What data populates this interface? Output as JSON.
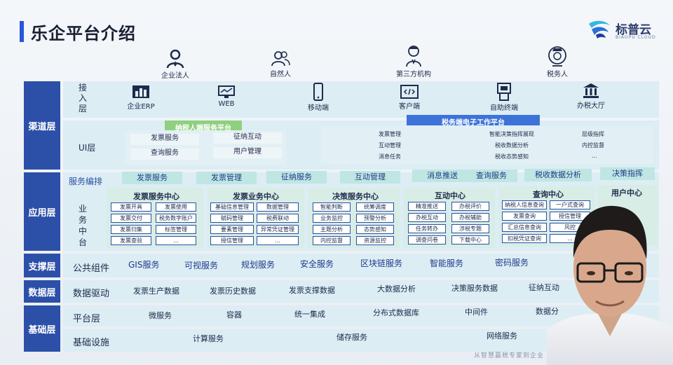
{
  "title": "乐企平台介绍",
  "logo": {
    "name": "标普云",
    "sub": "BIAOPU CLOUD"
  },
  "actors": [
    {
      "label": "企业法人",
      "icon": "person-icon"
    },
    {
      "label": "自然人",
      "icon": "people-icon"
    },
    {
      "label": "第三方机构",
      "icon": "agent-icon"
    },
    {
      "label": "税务人",
      "icon": "tax-officer-icon"
    }
  ],
  "layers": {
    "channel": "渠道层",
    "application": "应用层",
    "support": "支撑层",
    "data": "数据层",
    "base": "基础层"
  },
  "access": {
    "label": "接入层",
    "items": [
      {
        "label": "企业ERP",
        "icon": "erp-icon"
      },
      {
        "label": "WEB",
        "icon": "web-icon"
      },
      {
        "label": "移动端",
        "icon": "mobile-icon"
      },
      {
        "label": "客户端",
        "icon": "client-icon"
      },
      {
        "label": "自助终端",
        "icon": "kiosk-icon"
      },
      {
        "label": "办税大厅",
        "icon": "hall-icon"
      }
    ]
  },
  "ui_layer": {
    "label": "UI层",
    "taxpayer_title": "纳税人端服务平台",
    "taxpayer_cells": [
      "发票服务",
      "征纳互动",
      "查询服务",
      "用户管理"
    ],
    "tax_title": "税务端电子工作平台",
    "tax_col1": [
      "发票管理",
      "互动管理",
      "消息任务"
    ],
    "tax_col2": [
      "智能决策指挥展现",
      "税收数据分析",
      "税收态势感知"
    ],
    "tax_col3": [
      "层级指挥",
      "内控监督",
      "..."
    ]
  },
  "service_orchestration": {
    "label": "服务编排",
    "items": [
      "发票服务",
      "发票管理",
      "征纳服务",
      "互动管理",
      "消息推送",
      "查询服务",
      "税收数据分析",
      "决策指挥"
    ]
  },
  "business_center": {
    "label": "业务中台",
    "centers": [
      {
        "title": "发票服务中心",
        "items": [
          "发票开具",
          "发票使用",
          "发票交付",
          "税务数字账户",
          "发票归集",
          "标签管理",
          "发票查验",
          "..."
        ]
      },
      {
        "title": "发票业务中心",
        "items": [
          "基础信息管理",
          "数据管理",
          "赋码管理",
          "税费联动",
          "要素管理",
          "异常凭证管理",
          "授信管理",
          "..."
        ]
      },
      {
        "title": "决策服务中心",
        "items": [
          "智能判断",
          "统筹调度",
          "业务监控",
          "预警分析",
          "主题分析",
          "态势感知",
          "内控监督",
          "资源监控"
        ]
      },
      {
        "title": "互动中心",
        "items": [
          "精准推送",
          "办税评价",
          "办税互动",
          "办税辅助",
          "任务转办",
          "涉税专题",
          "调查问卷",
          "下载中心"
        ]
      },
      {
        "title": "查询中心",
        "items": [
          "纳税人信息查询",
          "一户式查询",
          "发票查询",
          "授信管理",
          "汇总信息查询",
          "风控",
          "扣税凭证查询",
          "..."
        ]
      },
      {
        "title": "用户中心",
        "items": []
      }
    ]
  },
  "support": {
    "label": "公共组件",
    "items": [
      "GIS服务",
      "可视服务",
      "规划服务",
      "安全服务",
      "区块链服务",
      "智能服务",
      "密码服务"
    ]
  },
  "data_layer": {
    "label": "数据驱动",
    "items": [
      "发票生产数据",
      "发票历史数据",
      "发票支撑数据",
      "大数据分析",
      "决策服务数据",
      "征纳互动"
    ]
  },
  "platform": {
    "label": "平台层",
    "items": [
      "微服务",
      "容器",
      "统一集成",
      "分布式数据库",
      "中间件",
      "数据分"
    ]
  },
  "infra": {
    "label": "基础设施",
    "items": [
      "计算服务",
      "储存服务",
      "网络服务"
    ]
  },
  "footer": "从智慧赢税专家到企业"
}
